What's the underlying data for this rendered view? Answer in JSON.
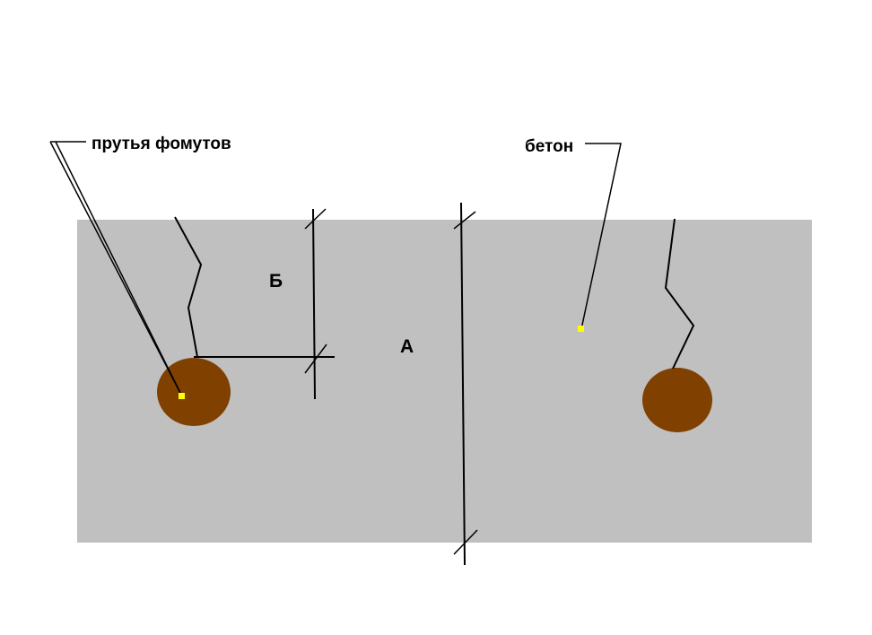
{
  "labels": {
    "rebars": "прутья фомутов",
    "concrete": "бетон",
    "dim_a": "А",
    "dim_b": "Б"
  },
  "colors": {
    "background": "#ffffff",
    "concrete": "#c0c0c0",
    "rebar": "#804000",
    "marker": "#ffff00",
    "line": "#000000"
  }
}
